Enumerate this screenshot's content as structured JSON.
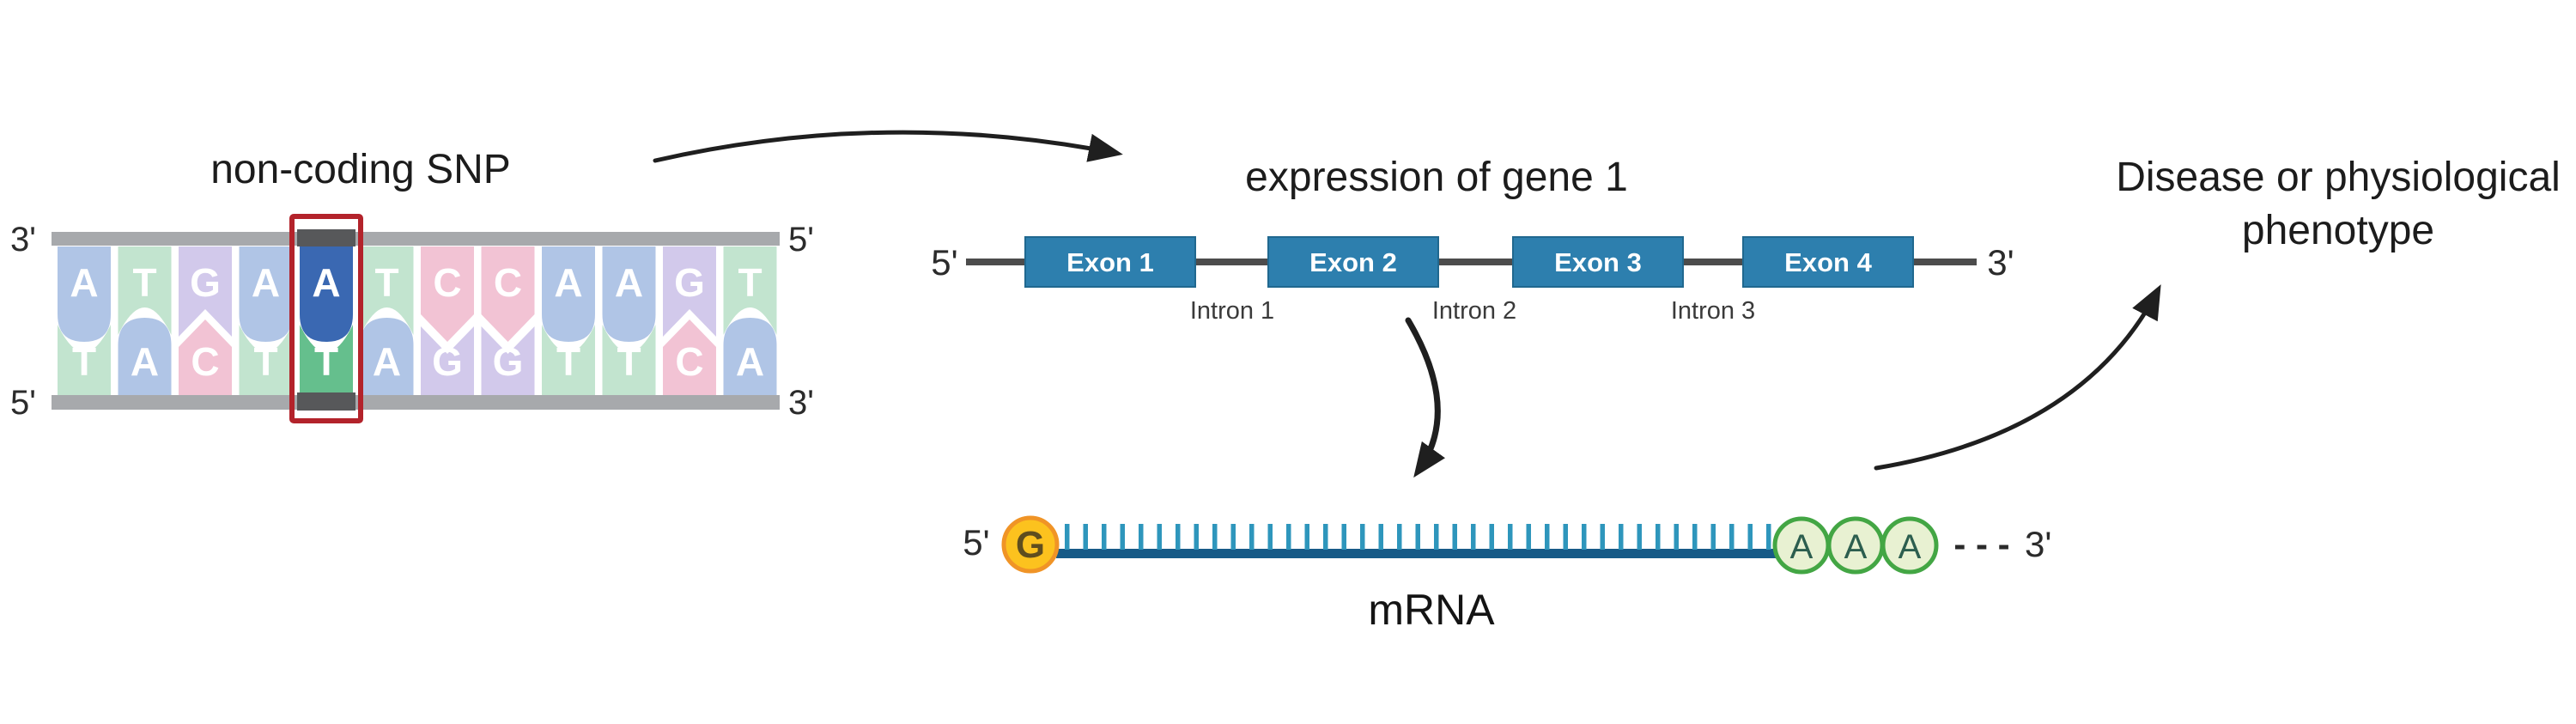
{
  "titles": {
    "snp": "non-coding SNP",
    "gene": "expression of gene 1",
    "phenotype_line1": "Disease or physiological",
    "phenotype_line2": "phenotype",
    "mrna": "mRNA"
  },
  "dna": {
    "labels": {
      "top_left": "3'",
      "bottom_left": "5'",
      "top_right": "5'",
      "bottom_right": "3'"
    },
    "top_strand": [
      "A",
      "T",
      "G",
      "A",
      "A",
      "T",
      "C",
      "C",
      "A",
      "A",
      "G",
      "T"
    ],
    "bottom_strand": [
      "T",
      "A",
      "C",
      "T",
      "T",
      "A",
      "G",
      "G",
      "T",
      "T",
      "C",
      "A"
    ],
    "highlight_index": 4,
    "colors": {
      "A": "#b0c5e6",
      "T": "#c2e4cf",
      "G": "#d2c9eb",
      "C": "#f2c3d4",
      "A_highlight": "#3a68b2",
      "T_highlight": "#65bf8d",
      "backbone": "#a7a9ac",
      "connector": "#57585a",
      "highlight_box": "#b3232b",
      "letter": "#ffffff"
    }
  },
  "gene": {
    "five_prime": "5'",
    "three_prime": "3'",
    "exons": [
      {
        "label": "Exon 1"
      },
      {
        "label": "Exon 2"
      },
      {
        "label": "Exon 3"
      },
      {
        "label": "Exon 4"
      }
    ],
    "introns": [
      {
        "label": "Intron 1"
      },
      {
        "label": "Intron 2"
      },
      {
        "label": "Intron 3"
      }
    ],
    "colors": {
      "exon_fill": "#2d7fae",
      "exon_stroke": "#20688f",
      "exon_text": "#ffffff",
      "line": "#4c4c4c",
      "intron_text": "#3a3a3a"
    }
  },
  "mrna": {
    "five_prime": "5'",
    "three_prime": "3'",
    "cap_label": "G",
    "tail_labels": [
      "A",
      "A",
      "A"
    ],
    "tail_dashes": "- - -",
    "label": "mRNA",
    "tick_count": 39,
    "colors": {
      "cap_fill": "#fcc21e",
      "cap_stroke": "#f09426",
      "cap_text": "#5f4d1e",
      "strand": "#175a87",
      "tick": "#2e96bc",
      "tail_fill": "#e8f1d2",
      "tail_stroke": "#43a644",
      "tail_text": "#2c5e4f",
      "dash": "#2a2a2a"
    }
  },
  "arrows": {
    "color": "#1f1f1f"
  }
}
